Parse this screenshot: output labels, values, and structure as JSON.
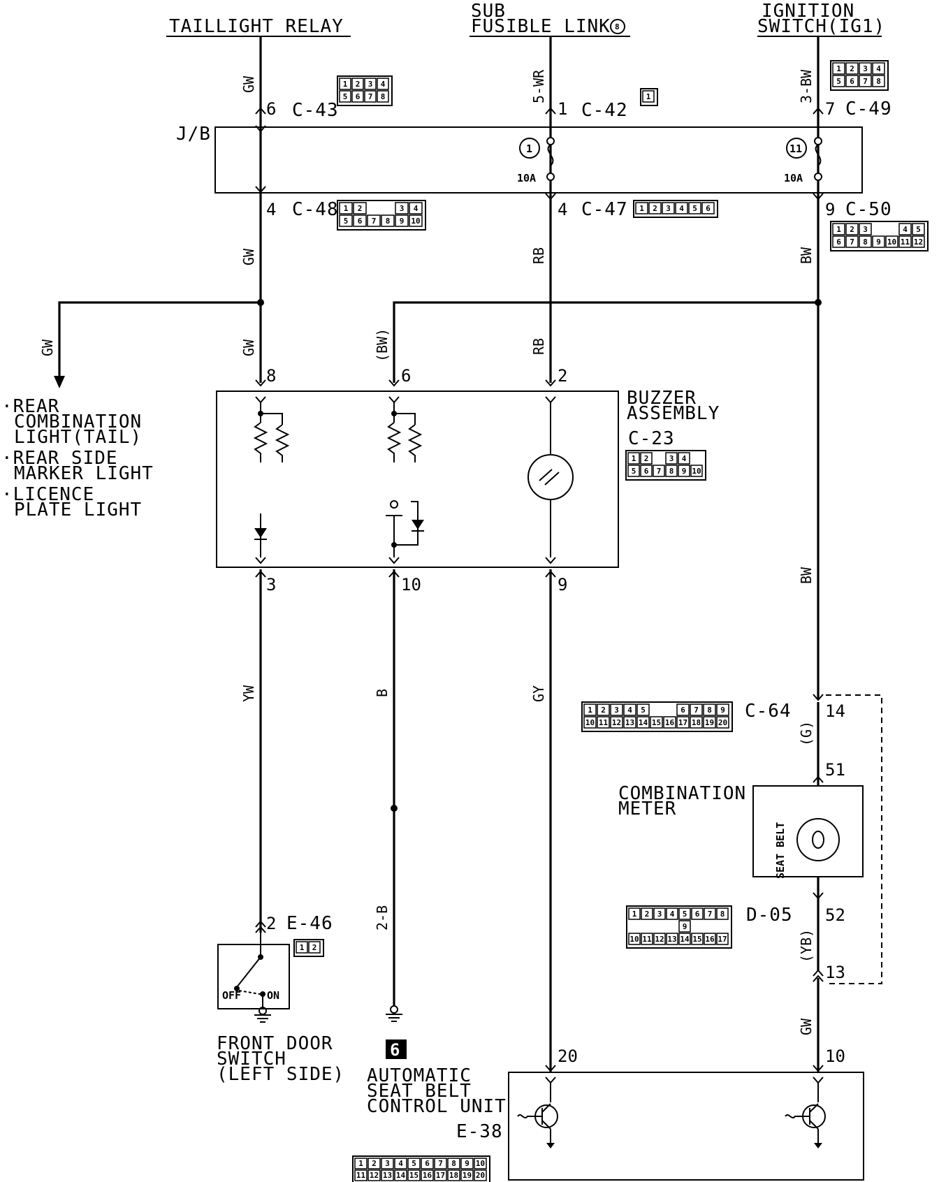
{
  "sources": {
    "taillight_relay": "TAILLIGHT RELAY",
    "sub_fusible_1": "SUB",
    "sub_fusible_2": "FUSIBLE LINK",
    "sub_fusible_num": "8",
    "ignition_1": "IGNITION",
    "ignition_2": "SWITCH(IG1)"
  },
  "junction_block": {
    "label": "J/B",
    "fuse_1": {
      "number": "1",
      "rating": "10A"
    },
    "fuse_11": {
      "number": "11",
      "rating": "10A"
    }
  },
  "connectors": {
    "c43": "C-43",
    "c42": "C-42",
    "c49": "C-49",
    "c48": "C-48",
    "c47": "C-47",
    "c50": "C-50",
    "c23": "C-23",
    "c64": "C-64",
    "d05": "D-05",
    "e46": "E-46",
    "e38": "E-38"
  },
  "pins": {
    "p6": "6",
    "p1": "1",
    "p7": "7",
    "p4a": "4",
    "p4b": "4",
    "p9": "9",
    "p8": "8",
    "p6b": "6",
    "p2": "2",
    "p3": "3",
    "p10": "10",
    "p9b": "9",
    "p14": "14",
    "p51": "51",
    "p52": "52",
    "p13": "13",
    "p2e": "2",
    "p20": "20",
    "p10b": "10"
  },
  "wire_colors": {
    "gw_top": "GW",
    "wr": "5-WR",
    "bw3": "3-BW",
    "gw_mid": "GW",
    "rb_mid": "RB",
    "bw_mid": "BW",
    "gw_left": "GW",
    "gw_low": "GW",
    "bw_paren": "(BW)",
    "rb_low": "RB",
    "bw_right": "BW",
    "yw": "YW",
    "b": "B",
    "gy": "GY",
    "g_paren": "(G)",
    "yb_paren": "(YB)",
    "two_b": "2-B",
    "gw_bottom": "GW"
  },
  "components": {
    "buzzer_1": "BUZZER",
    "buzzer_2": "ASSEMBLY",
    "meter_1": "COMBINATION",
    "meter_2": "METER",
    "seat_belt": "SEAT BELT",
    "door_1": "FRONT DOOR",
    "door_2": "SWITCH",
    "door_3": "(LEFT SIDE)",
    "off": "OFF",
    "on": "ON",
    "ground_num": "6",
    "unit_1": "AUTOMATIC",
    "unit_2": "SEAT BELT",
    "unit_3": "CONTROL UNIT"
  },
  "branch_loads": {
    "item1_a": "·REAR",
    "item1_b": "COMBINATION",
    "item1_c": "LIGHT(TAIL)",
    "item2_a": "·REAR SIDE",
    "item2_b": "MARKER LIGHT",
    "item3_a": "·LICENCE",
    "item3_b": "PLATE LIGHT"
  },
  "connector_faces": {
    "c43": [
      "1",
      "2",
      "3",
      "4",
      "5",
      "6",
      "7",
      "8"
    ],
    "c42": [
      "1"
    ],
    "c49": [
      "1",
      "2",
      "3",
      "4",
      "5",
      "6",
      "7",
      "8"
    ],
    "c48": [
      "1",
      "2",
      "3",
      "4",
      "5",
      "6",
      "7",
      "8",
      "9",
      "10"
    ],
    "c47": [
      "1",
      "2",
      "3",
      "4",
      "5",
      "6"
    ],
    "c50": [
      "1",
      "2",
      "3",
      "4",
      "5",
      "6",
      "7",
      "8",
      "9",
      "10",
      "11",
      "12"
    ],
    "c23": [
      "1",
      "2",
      "3",
      "4",
      "5",
      "6",
      "7",
      "8",
      "9",
      "10"
    ],
    "c64": [
      "1",
      "2",
      "3",
      "4",
      "5",
      "6",
      "7",
      "8",
      "9",
      "10",
      "11",
      "12",
      "13",
      "14",
      "15",
      "16",
      "17",
      "18",
      "19",
      "20"
    ],
    "d05": [
      "1",
      "2",
      "3",
      "4",
      "5",
      "6",
      "7",
      "8",
      "9",
      "10",
      "11",
      "12",
      "13",
      "14",
      "15",
      "16",
      "17"
    ],
    "e46": [
      "1",
      "2"
    ],
    "e38": [
      "1",
      "2",
      "3",
      "4",
      "5",
      "6",
      "7",
      "8",
      "9",
      "10",
      "11",
      "12",
      "13",
      "14",
      "15",
      "16",
      "17",
      "18",
      "19",
      "20"
    ]
  }
}
